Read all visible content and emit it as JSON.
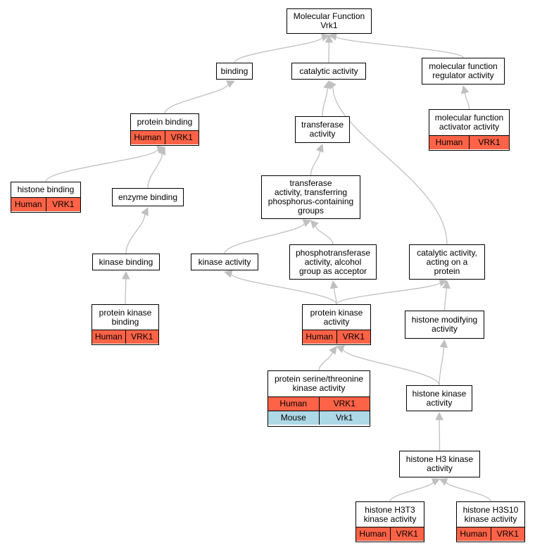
{
  "nodes": {
    "mf_root": {
      "label": "Molecular Function\nVrk1",
      "rows": []
    },
    "binding": {
      "label": "binding",
      "rows": []
    },
    "catalytic": {
      "label": "catalytic activity",
      "rows": []
    },
    "mf_reg": {
      "label": "molecular function\nregulator activity",
      "rows": []
    },
    "prot_bind": {
      "label": "protein binding",
      "rows": [
        {
          "species": "Human",
          "gene": "VRK1"
        }
      ]
    },
    "transferase": {
      "label": "transferase\nactivity",
      "rows": []
    },
    "mf_act": {
      "label": "molecular function\nactivator activity",
      "rows": [
        {
          "species": "Human",
          "gene": "VRK1"
        }
      ]
    },
    "histone_bind": {
      "label": "histone binding",
      "rows": [
        {
          "species": "Human",
          "gene": "VRK1"
        }
      ]
    },
    "enzyme_bind": {
      "label": "enzyme binding",
      "rows": []
    },
    "trans_phos": {
      "label": "transferase\nactivity, transferring\nphosphorus-containing\ngroups",
      "rows": []
    },
    "kinase_bind": {
      "label": "kinase binding",
      "rows": []
    },
    "kinase_act": {
      "label": "kinase activity",
      "rows": []
    },
    "phosphotrans": {
      "label": "phosphotransferase\nactivity, alcohol\ngroup as acceptor",
      "rows": []
    },
    "cat_prot": {
      "label": "catalytic activity,\nacting on a\nprotein",
      "rows": []
    },
    "pk_bind": {
      "label": "protein kinase\nbinding",
      "rows": [
        {
          "species": "Human",
          "gene": "VRK1"
        }
      ]
    },
    "pk_act": {
      "label": "protein kinase\nactivity",
      "rows": [
        {
          "species": "Human",
          "gene": "VRK1"
        }
      ]
    },
    "hist_mod": {
      "label": "histone modifying\nactivity",
      "rows": []
    },
    "ps_thr": {
      "label": "protein serine/threonine\nkinase activity",
      "rows": [
        {
          "species": "Human",
          "gene": "VRK1"
        },
        {
          "species": "Mouse",
          "gene": "Vrk1"
        }
      ]
    },
    "hist_kin": {
      "label": "histone kinase\nactivity",
      "rows": []
    },
    "h3_kin": {
      "label": "histone H3 kinase\nactivity",
      "rows": []
    },
    "h3t3": {
      "label": "histone H3T3\nkinase activity",
      "rows": [
        {
          "species": "Human",
          "gene": "VRK1"
        }
      ]
    },
    "h3s10": {
      "label": "histone H3S10\nkinase activity",
      "rows": [
        {
          "species": "Human",
          "gene": "VRK1"
        }
      ]
    }
  },
  "colors": {
    "human": "#ff6347",
    "mouse": "#add8e6",
    "edge": "#c0c0c0"
  },
  "edges": [
    [
      "binding",
      "mf_root"
    ],
    [
      "catalytic",
      "mf_root"
    ],
    [
      "mf_reg",
      "mf_root"
    ],
    [
      "prot_bind",
      "binding"
    ],
    [
      "transferase",
      "catalytic"
    ],
    [
      "mf_act",
      "mf_reg"
    ],
    [
      "histone_bind",
      "prot_bind"
    ],
    [
      "enzyme_bind",
      "prot_bind"
    ],
    [
      "trans_phos",
      "transferase"
    ],
    [
      "kinase_bind",
      "enzyme_bind"
    ],
    [
      "kinase_act",
      "trans_phos"
    ],
    [
      "phosphotrans",
      "trans_phos"
    ],
    [
      "cat_prot",
      "catalytic"
    ],
    [
      "pk_bind",
      "kinase_bind"
    ],
    [
      "pk_act",
      "kinase_act"
    ],
    [
      "pk_act",
      "phosphotrans"
    ],
    [
      "pk_act",
      "cat_prot"
    ],
    [
      "hist_mod",
      "cat_prot"
    ],
    [
      "ps_thr",
      "pk_act"
    ],
    [
      "hist_kin",
      "pk_act"
    ],
    [
      "hist_kin",
      "hist_mod"
    ],
    [
      "h3_kin",
      "hist_kin"
    ],
    [
      "h3t3",
      "h3_kin"
    ],
    [
      "h3s10",
      "h3_kin"
    ]
  ]
}
